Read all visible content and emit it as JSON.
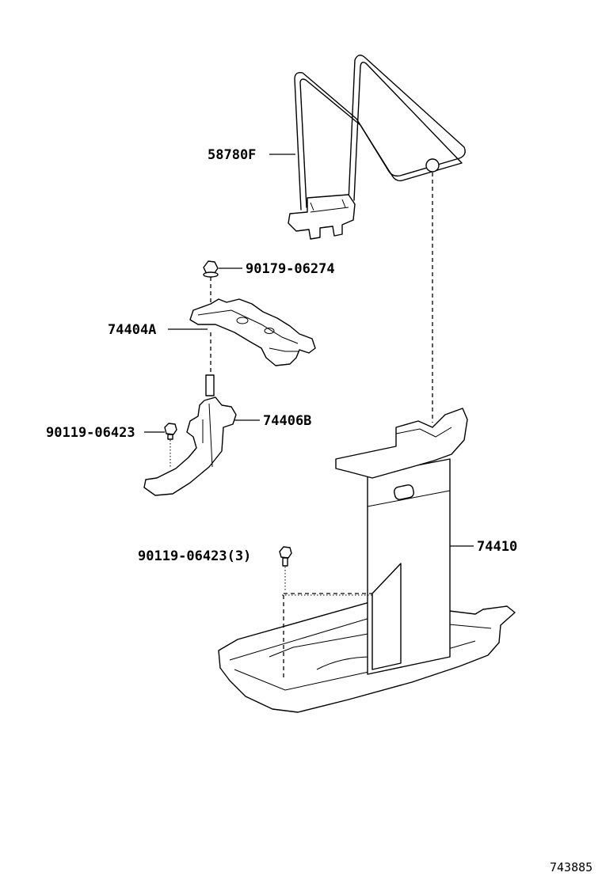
{
  "labels": {
    "hold_down": "58780F",
    "nut": "90179-06274",
    "bracket_a": "74404A",
    "bolt_left": "90119-06423",
    "bracket_b": "74406B",
    "bolt_tray": "90119-06423(3)",
    "tray": "74410"
  },
  "figure_ref": "743885"
}
